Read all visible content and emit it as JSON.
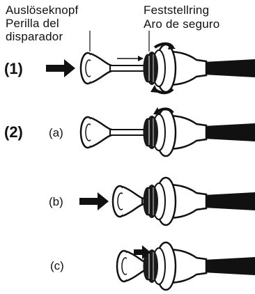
{
  "labels": {
    "release_button_de": "Auslöseknopf",
    "release_button_es": "Perilla del",
    "release_button_es2": "disparador",
    "lock_ring_de": "Feststellring",
    "lock_ring_es": "Aro de seguro"
  },
  "steps": [
    {
      "num": "(1)",
      "sub": ""
    },
    {
      "num": "(2)",
      "sub": "(a)"
    },
    {
      "num": "",
      "sub": "(b)"
    },
    {
      "num": "",
      "sub": "(c)"
    }
  ],
  "colors": {
    "ink": "#111111",
    "paper": "#ffffff",
    "dark_ring": "#1a1a1a"
  }
}
